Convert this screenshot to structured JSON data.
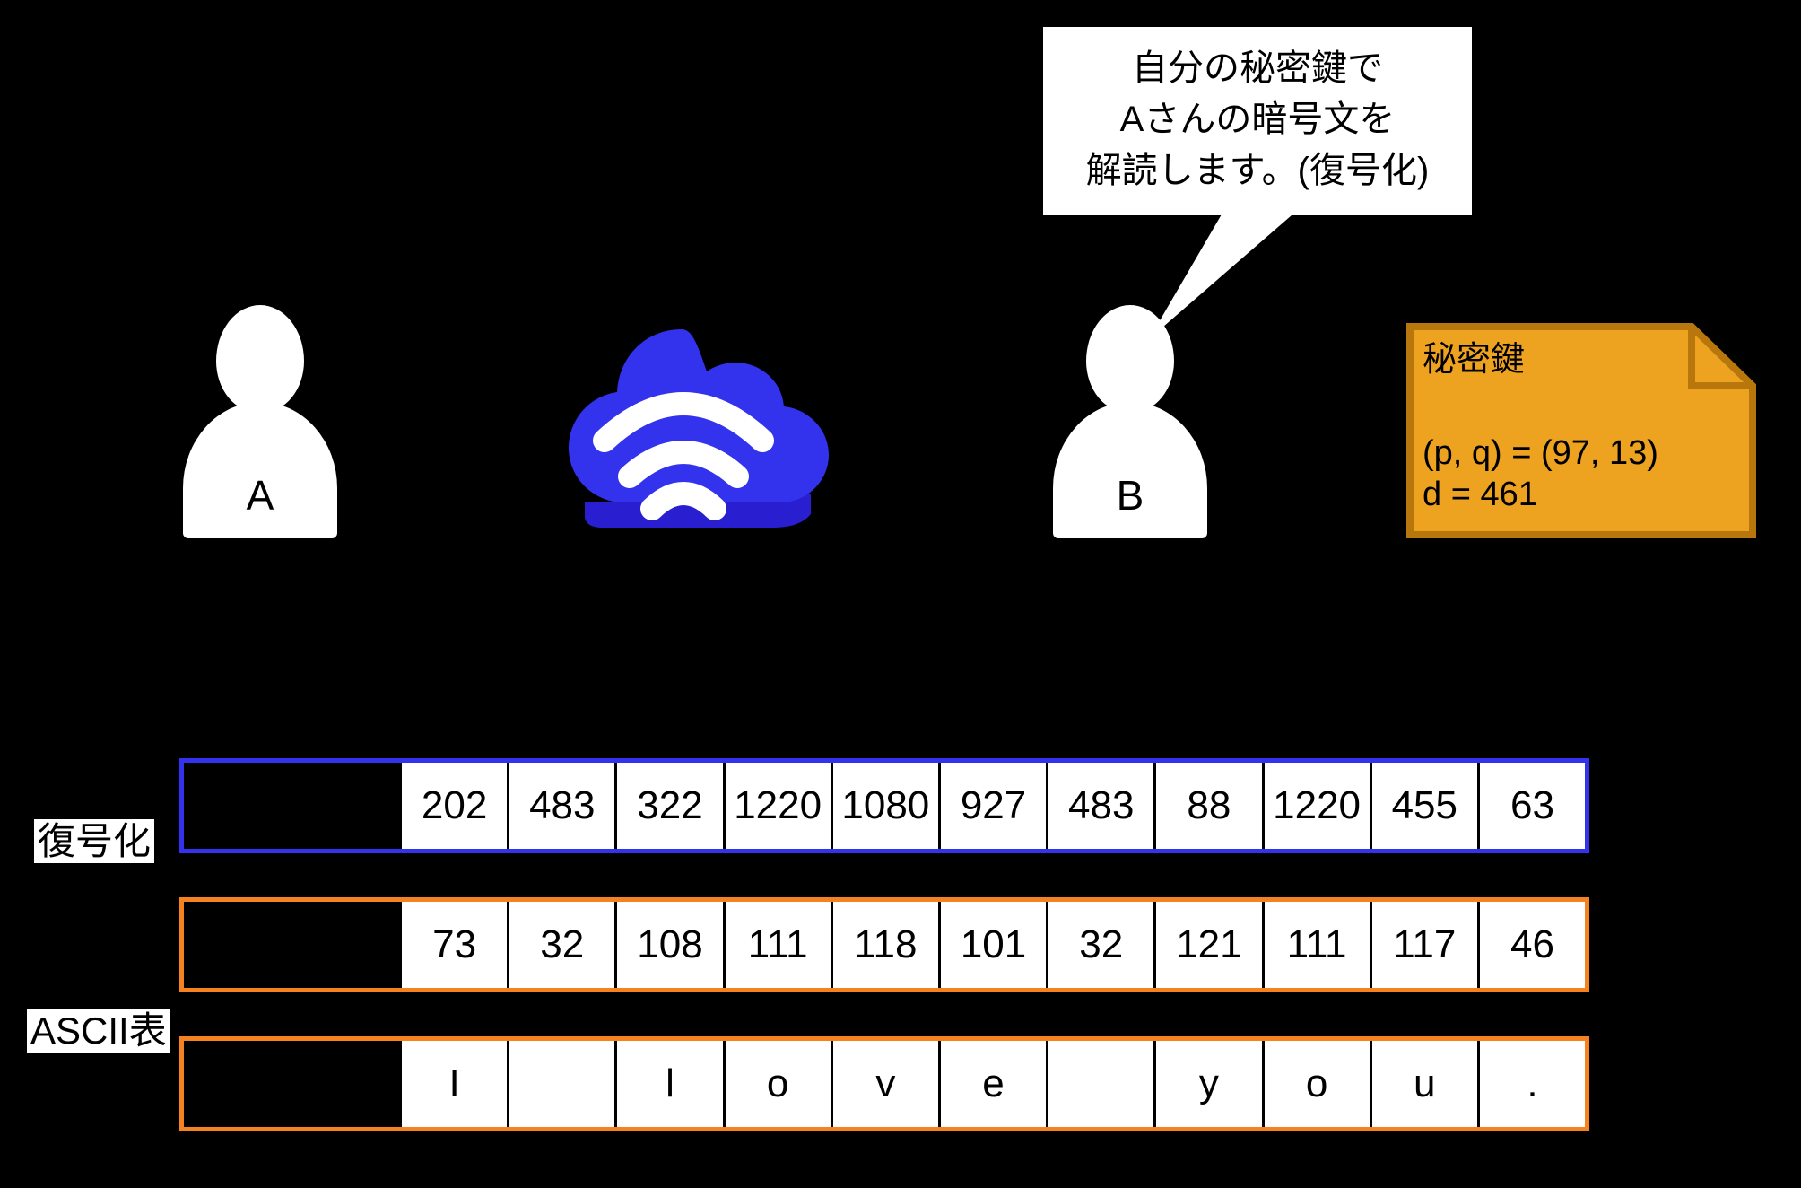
{
  "speech_bubble": {
    "name": "decrypt-explanation-bubble",
    "line1": "自分の秘密鍵で",
    "line2": "Aさんの暗号文を",
    "line3": "解読します。(復号化)"
  },
  "actors": {
    "sender": {
      "label": "A",
      "icon": "person-icon"
    },
    "receiver": {
      "label": "B",
      "icon": "person-icon"
    },
    "network": {
      "icon": "cloud-wifi-icon"
    }
  },
  "private_key_note": {
    "title": "秘密鍵",
    "pq_line": "(p, q) = (97, 13)",
    "d_line": "d = 461"
  },
  "labels": {
    "decrypt": "復号化",
    "ascii_table": "ASCII表"
  },
  "rows": {
    "ciphertext": {
      "name": "ciphertext-row",
      "border_color": "#3333ee",
      "first_cell": "",
      "cells": [
        "202",
        "483",
        "322",
        "1220",
        "1080",
        "927",
        "483",
        "88",
        "1220",
        "455",
        "63"
      ]
    },
    "ascii_codes": {
      "name": "ascii-code-row",
      "border_color": "#f58220",
      "first_cell": "",
      "cells": [
        "73",
        "32",
        "108",
        "111",
        "118",
        "101",
        "32",
        "121",
        "111",
        "117",
        "46"
      ]
    },
    "plaintext": {
      "name": "plaintext-row",
      "border_color": "#f58220",
      "first_cell": "",
      "cells": [
        "I",
        "",
        "l",
        "o",
        "v",
        "e",
        "",
        "y",
        "o",
        "u",
        "."
      ]
    }
  },
  "colors": {
    "background": "#000000",
    "accent_blue": "#3333ee",
    "accent_orange": "#f58220",
    "note_fill": "#eda220",
    "note_border": "#b8770d",
    "white": "#ffffff"
  }
}
